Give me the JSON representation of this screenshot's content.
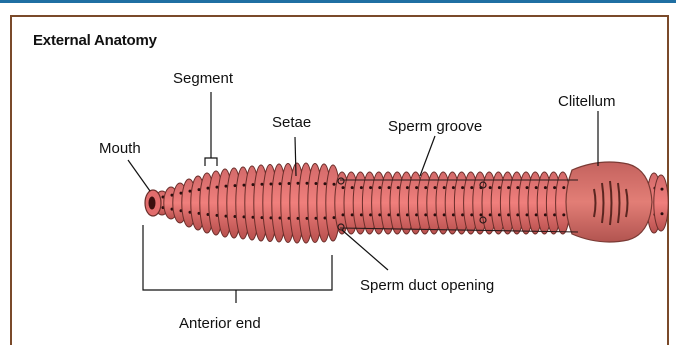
{
  "heading": "External Anatomy",
  "labels": {
    "segment": "Segment",
    "setae": "Setae",
    "sperm_groove": "Sperm groove",
    "clitellum": "Clitellum",
    "mouth": "Mouth",
    "sperm_duct_opening": "Sperm duct opening",
    "anterior_end": "Anterior end"
  },
  "colors": {
    "top_bar": "#1f6fa3",
    "frame": "#7a4a2a",
    "body_fill": "#e0626a",
    "body_dark": "#8b3a34",
    "clitellum_fill": "#c9706a"
  }
}
